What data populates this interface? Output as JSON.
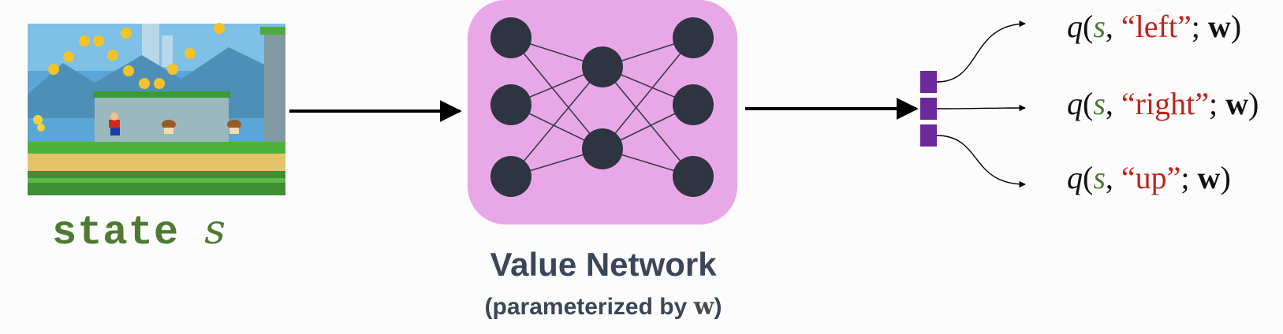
{
  "state": {
    "word": "state",
    "var": "s"
  },
  "network": {
    "title": "Value Network",
    "subtitle_prefix": "(parameterized by ",
    "subtitle_var": "w",
    "subtitle_suffix": ")"
  },
  "outputs": [
    {
      "func": "q",
      "open": "(",
      "state_var": "s",
      "comma": ", ",
      "action": "“left”",
      "semi": "; ",
      "weight": "w",
      "close": ")"
    },
    {
      "func": "q",
      "open": "(",
      "state_var": "s",
      "comma": ", ",
      "action": "“right”",
      "semi": "; ",
      "weight": "w",
      "close": ")"
    },
    {
      "func": "q",
      "open": "(",
      "state_var": "s",
      "comma": ", ",
      "action": "“up”",
      "semi": "; ",
      "weight": "w",
      "close": ")"
    }
  ],
  "colors": {
    "network_box": "#e8a8e8",
    "node": "#2f3441",
    "output_cell": "#6a2a9a",
    "state_text": "#4e7a33",
    "action_text": "#c0241c",
    "title_text": "#3b4658"
  }
}
